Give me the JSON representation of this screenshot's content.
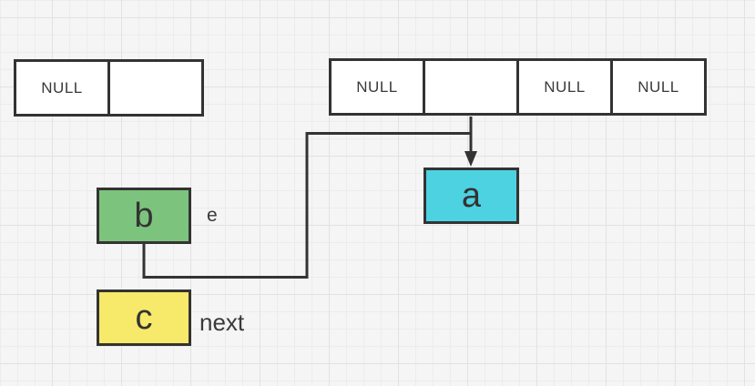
{
  "canvas": {
    "background_color": "#f5f5f5",
    "grid_minor_color": "#ececec",
    "grid_major_color": "#e2e2e2",
    "stroke_color": "#333333"
  },
  "arrays": {
    "left": {
      "cells": [
        "NULL",
        ""
      ]
    },
    "right": {
      "cells": [
        "NULL",
        "",
        "NULL",
        "NULL"
      ]
    }
  },
  "nodes": {
    "a": {
      "label": "a",
      "fill": "#4dd2e2"
    },
    "b": {
      "label": "b",
      "fill": "#7cc47e"
    },
    "c": {
      "label": "c",
      "fill": "#f7e96a"
    }
  },
  "labels": {
    "e": "e",
    "next": "next"
  }
}
